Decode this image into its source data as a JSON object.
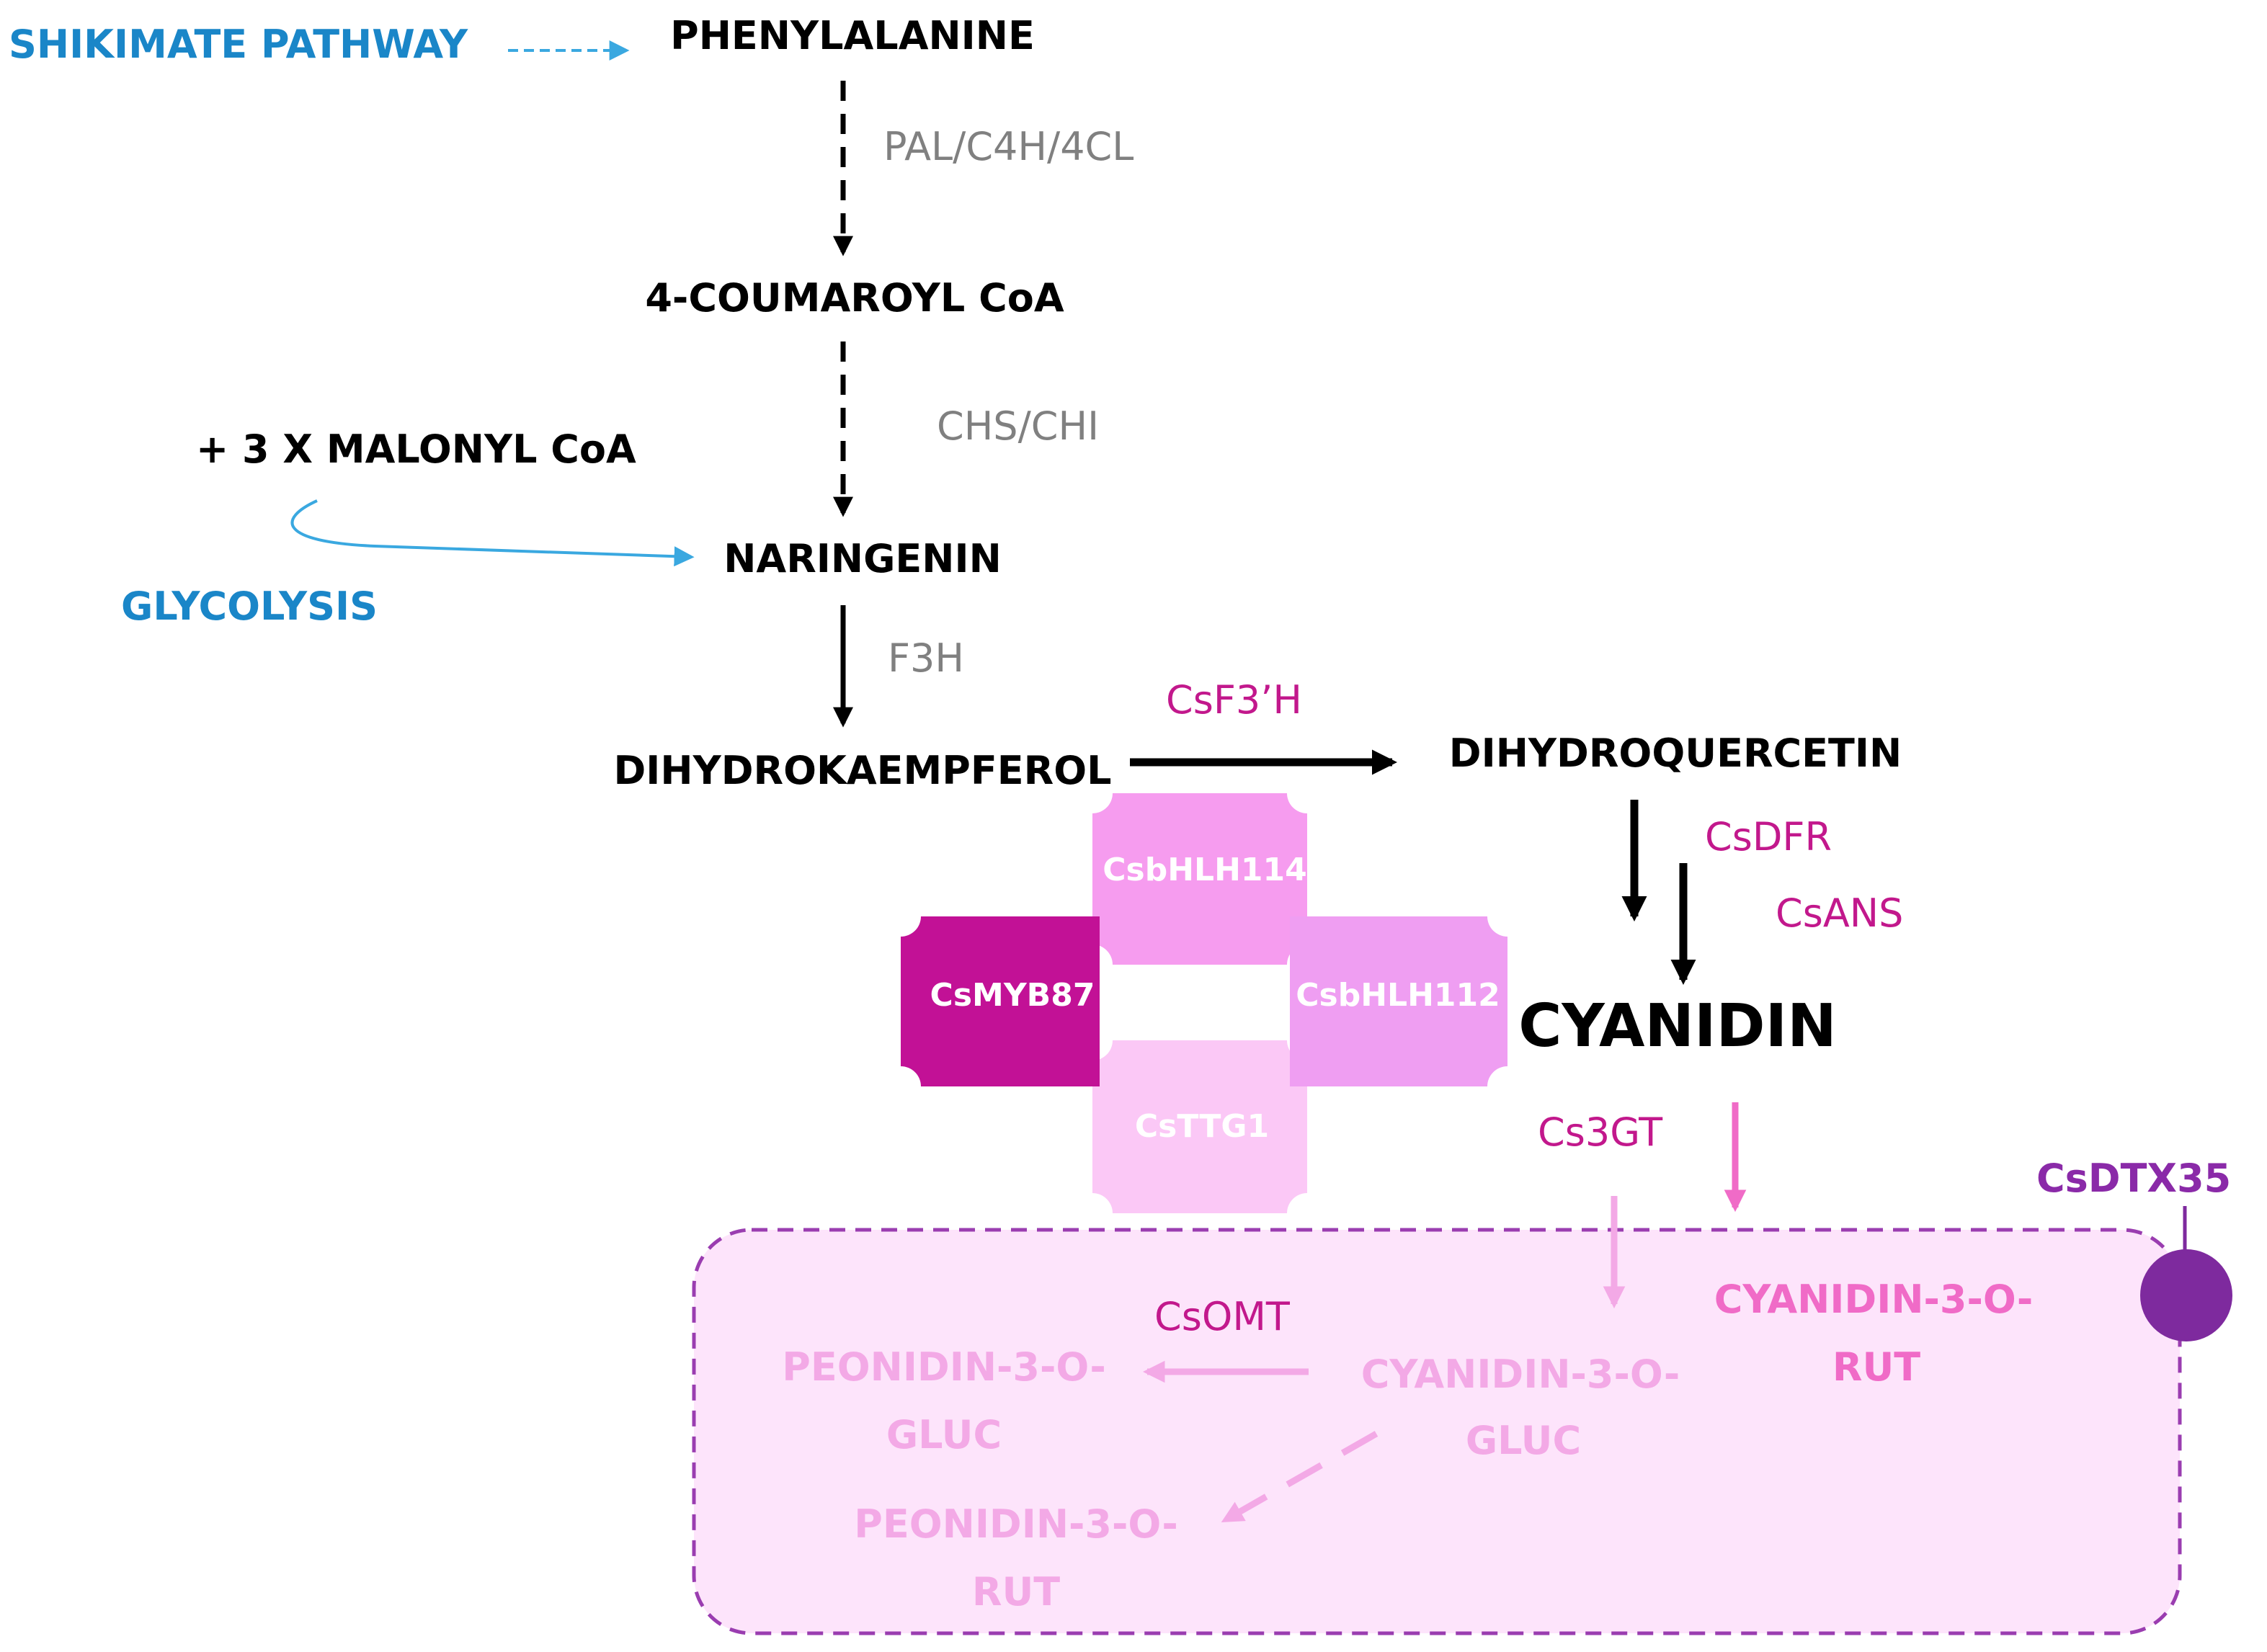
{
  "colors": {
    "black": "#000000",
    "source_blue": "#1a86c8",
    "arrow_blue": "#3aa8e0",
    "enzyme_gray": "#808080",
    "magenta_label": "#c2188c",
    "pink_label": "#f06bc7",
    "light_pink_label": "#f3a9e6",
    "violet_label": "#8a2aa8",
    "vacuole_fill": "#fde4fb",
    "vacuole_border": "#9a3db0",
    "transporter": "#7e2a9e",
    "tf_myb": "#c21196",
    "tf_bhlh114": "#f69cef",
    "tf_bhlh112": "#ef9ef2",
    "tf_ttg1": "#fbc8f6"
  },
  "sources": {
    "shikimate": "SHIKIMATE PATHWAY",
    "glycolysis": "GLYCOLYSIS",
    "malonyl": "+ 3 X MALONYL CoA"
  },
  "metabolites": {
    "phenylalanine": "PHENYLALANINE",
    "coumaroyl": "4-COUMAROYL CoA",
    "naringenin": "NARINGENIN",
    "dihydrokaempferol": "DIHYDROKAEMPFEROL",
    "dihydroquercetin": "DIHYDROQUERCETIN",
    "cyanidin": "CYANIDIN",
    "cyanidin_rut": [
      "CYANIDIN-3-O-",
      "RUT"
    ],
    "cyanidin_gluc": [
      "CYANIDIN-3-O-",
      "GLUC"
    ],
    "peonidin_gluc": [
      "PEONIDIN-3-O-",
      "GLUC"
    ],
    "peonidin_rut": [
      "PEONIDIN-3-O-",
      "RUT"
    ]
  },
  "enzymes": {
    "pal": "PAL/C4H/4CL",
    "chs": "CHS/CHI",
    "f3h": "F3H",
    "f3ph": "CsF3’H",
    "dfr": "CsDFR",
    "ans": "CsANS",
    "gt": "Cs3GT",
    "omt": "CsOMT",
    "dtx": "CsDTX35"
  },
  "complex": {
    "myb": "CsMYB87",
    "bhlh114": "CsbHLH114",
    "bhlh112": "CsbHLH112",
    "ttg1": "CsTTG1"
  }
}
